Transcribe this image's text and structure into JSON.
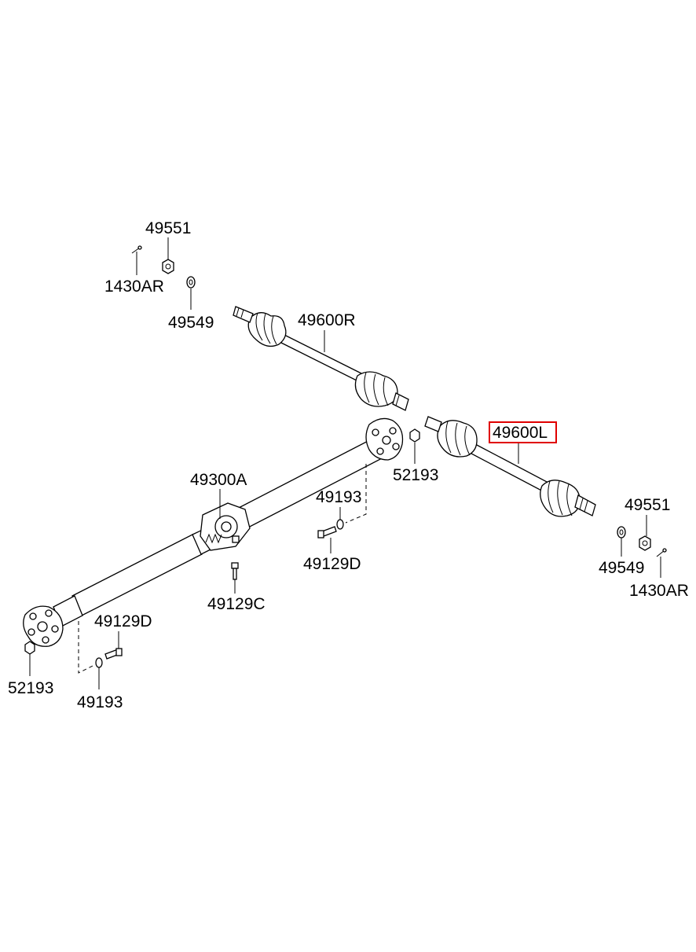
{
  "labels": {
    "p49551_top": "49551",
    "p1430ar_left": "1430AR",
    "p49549_top": "49549",
    "p49600r": "49600R",
    "p49600l": "49600L",
    "p52193_right": "52193",
    "p49300a": "49300A",
    "p49193_mid": "49193",
    "p49129d_mid": "49129D",
    "p49129c": "49129C",
    "p49551_right": "49551",
    "p49549_right": "49549",
    "p1430ar_right": "1430AR",
    "p49129d_left": "49129D",
    "p52193_left": "52193",
    "p49193_left": "49193"
  },
  "highlighted_part": "49600L",
  "colors": {
    "highlight": "#e00000",
    "line": "#000000"
  }
}
